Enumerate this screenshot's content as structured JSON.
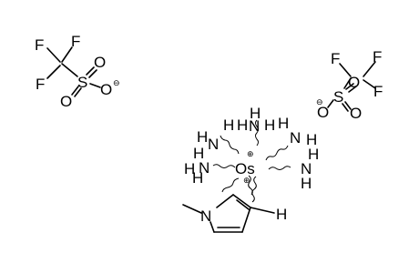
{
  "molecule": {
    "triflate_left": {
      "F1": "F",
      "F2": "F",
      "F3": "F",
      "S": "S",
      "O1": "O",
      "O2": "O",
      "O3": "O",
      "charge": "⊖"
    },
    "triflate_right": {
      "F1": "F",
      "F2": "F",
      "F3": "F",
      "S": "S",
      "O1": "O",
      "O2": "O",
      "O3": "O",
      "charge": "⊖"
    },
    "complex": {
      "metal": "Os",
      "metal_charge_top": "⊕",
      "metal_charge_bottom": "⊕",
      "nh_n": "N",
      "nh_h": "H",
      "pyrrole_n": "N",
      "pyrrole_h": "H",
      "methyl_label": ""
    }
  }
}
